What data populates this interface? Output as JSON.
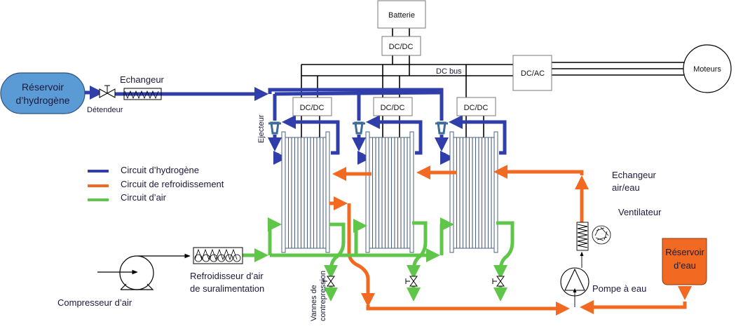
{
  "colors": {
    "hydrogen": "#2f3ea8",
    "cooling": "#f26a21",
    "air": "#5fc64a",
    "h2_tank_fill": "#5b9bd5",
    "water_tank_fill": "#f26a21",
    "ejector": "#3f6c96",
    "stack_lines": "#4a6280",
    "wire": "#000000"
  },
  "components": {
    "h2_tank": {
      "line1": "Réservoir",
      "line2": "d’hydrogène"
    },
    "detendeur": "Détendeur",
    "h2_exchanger": "Echangeur",
    "battery": "Batterie",
    "battery_converter": "DC/DC",
    "dc_bus": "DC bus",
    "inverter": "DC/AC",
    "motors": "Moteurs",
    "stack_converters": [
      "DC/DC",
      "DC/DC",
      "DC/DC"
    ],
    "ejector": "Ejecteur",
    "compressor": "Compresseur d’air",
    "intercooler": {
      "line1": "Refroidisseur d’air",
      "line2": "de suralimentation"
    },
    "backpressure_valves": {
      "line1": "Vannes de",
      "line2": "contrepression"
    },
    "air_water_exchanger": {
      "line1": "Echangeur",
      "line2": "air/eau"
    },
    "fan": "Ventilateur",
    "water_pump": "Pompe à eau",
    "water_tank": {
      "line1": "Réservoir",
      "line2": "d’eau"
    }
  },
  "legend": [
    {
      "label": "Circuit d’hydrogène",
      "circuit": "hydrogen"
    },
    {
      "label": "Circuit de refroidissement",
      "circuit": "cooling"
    },
    {
      "label": "Circuit d’air",
      "circuit": "air"
    }
  ]
}
